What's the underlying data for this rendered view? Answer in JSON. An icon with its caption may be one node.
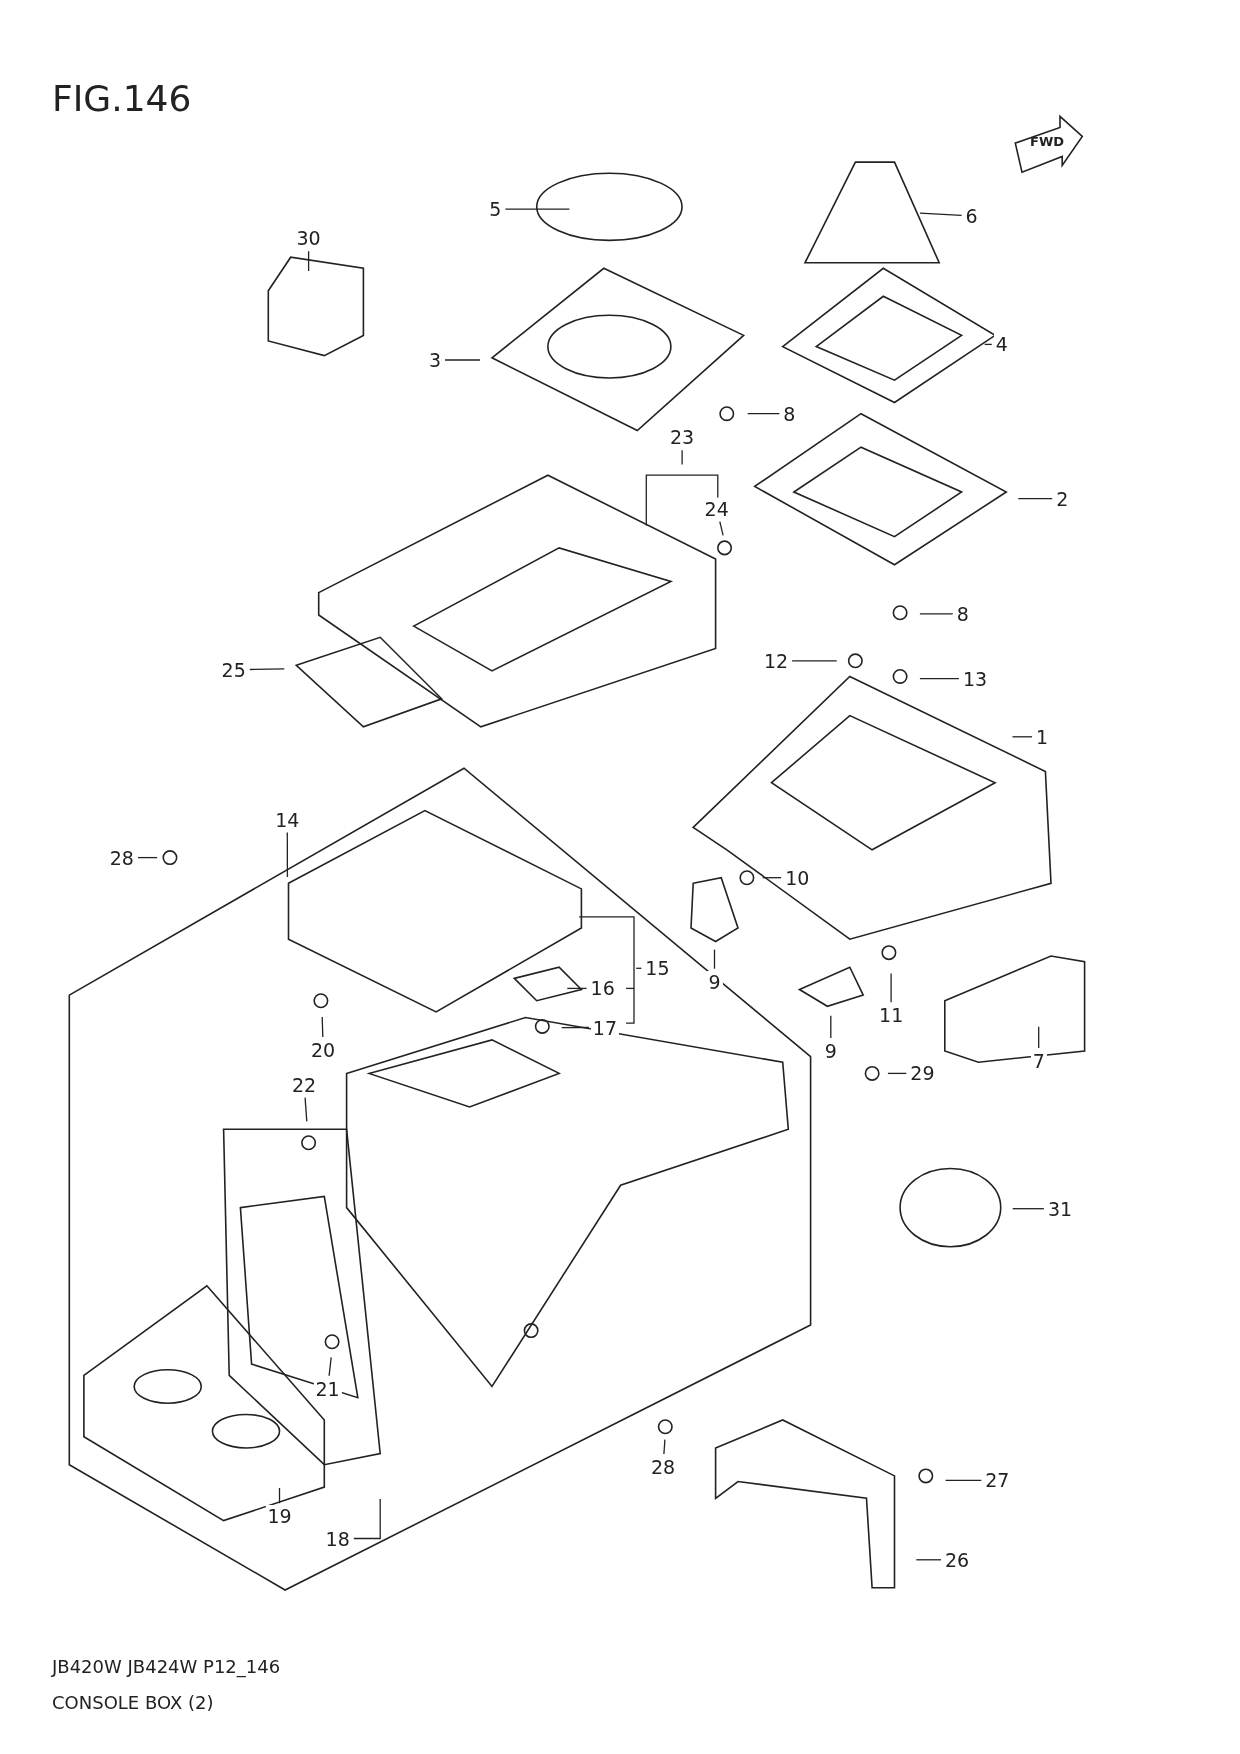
{
  "diagram": {
    "title": "FIG.146",
    "caption": "CONSOLE BOX (2)",
    "nodes": [
      {
        "text": [
          "5"
        ]
      },
      {
        "text": [
          "6"
        ]
      },
      {
        "text": [
          "30"
        ]
      },
      {
        "text": [
          "4"
        ]
      },
      {
        "text": [
          "3"
        ]
      },
      {
        "text": [
          "8"
        ]
      },
      {
        "text": [
          "23"
        ]
      },
      {
        "text": [
          "2"
        ]
      },
      {
        "text": [
          "24"
        ]
      },
      {
        "text": [
          "8"
        ]
      },
      {
        "text": [
          "12"
        ]
      },
      {
        "text": [
          "25"
        ]
      },
      {
        "text": [
          "13"
        ]
      },
      {
        "text": [
          "1"
        ]
      },
      {
        "text": [
          "14"
        ]
      },
      {
        "text": [
          "28"
        ]
      },
      {
        "text": [
          "10"
        ]
      },
      {
        "text": [
          "15"
        ]
      },
      {
        "text": [
          "9"
        ]
      },
      {
        "text": [
          "16"
        ]
      },
      {
        "text": [
          "11"
        ]
      },
      {
        "text": [
          "17"
        ]
      },
      {
        "text": [
          "9"
        ]
      },
      {
        "text": [
          "20"
        ]
      },
      {
        "text": [
          "7"
        ]
      },
      {
        "text": [
          "29"
        ]
      },
      {
        "text": [
          "22"
        ]
      },
      {
        "text": [
          "31"
        ]
      },
      {
        "text": [
          "21"
        ]
      },
      {
        "text": [
          "28"
        ]
      },
      {
        "text": [
          "27"
        ]
      },
      {
        "text": [
          "19"
        ]
      },
      {
        "text": [
          "18"
        ]
      },
      {
        "text": [
          "26"
        ]
      }
    ],
    "edges": [
      {
        "from": 0,
        "to": null,
        "arrow": "none"
      },
      {
        "from": 1,
        "to": null,
        "arrow": "none"
      },
      {
        "from": 2,
        "to": null,
        "arrow": "none"
      },
      {
        "from": 3,
        "to": null,
        "arrow": "none"
      },
      {
        "from": 4,
        "to": null,
        "arrow": "none"
      },
      {
        "from": 5,
        "to": null,
        "arrow": "none"
      },
      {
        "from": 6,
        "to": null,
        "arrow": "none"
      },
      {
        "from": 7,
        "to": null,
        "arrow": "none"
      },
      {
        "from": 8,
        "to": null,
        "arrow": "none"
      },
      {
        "from": 9,
        "to": null,
        "arrow": "none"
      },
      {
        "from": 10,
        "to": null,
        "arrow": "none"
      },
      {
        "from": 11,
        "to": null,
        "arrow": "none"
      },
      {
        "from": 12,
        "to": null,
        "arrow": "none"
      },
      {
        "from": 13,
        "to": null,
        "arrow": "none"
      },
      {
        "from": 14,
        "to": null,
        "arrow": "none"
      },
      {
        "from": 15,
        "to": null,
        "arrow": "none"
      },
      {
        "from": 16,
        "to": null,
        "arrow": "none"
      },
      {
        "from": 17,
        "to": null,
        "arrow": "none"
      },
      {
        "from": 18,
        "to": null,
        "arrow": "none"
      },
      {
        "from": 19,
        "to": null,
        "arrow": "none"
      },
      {
        "from": 20,
        "to": null,
        "arrow": "none"
      },
      {
        "from": 21,
        "to": null,
        "arrow": "none"
      },
      {
        "from": 22,
        "to": null,
        "arrow": "none"
      },
      {
        "from": 23,
        "to": null,
        "arrow": "none"
      },
      {
        "from": 24,
        "to": null,
        "arrow": "none"
      },
      {
        "from": 25,
        "to": null,
        "arrow": "none"
      },
      {
        "from": 26,
        "to": null,
        "arrow": "none"
      },
      {
        "from": 27,
        "to": null,
        "arrow": "none"
      },
      {
        "from": 28,
        "to": null,
        "arrow": "none"
      },
      {
        "from": 29,
        "to": null,
        "arrow": "none"
      },
      {
        "from": 30,
        "to": null,
        "arrow": "none"
      },
      {
        "from": 31,
        "to": null,
        "arrow": "none"
      },
      {
        "from": 32,
        "to": null,
        "arrow": "none"
      },
      {
        "from": 33,
        "to": null,
        "arrow": "none"
      }
    ],
    "labels": [
      "FWD",
      "JB420W JB424W P12_146"
    ]
  }
}
